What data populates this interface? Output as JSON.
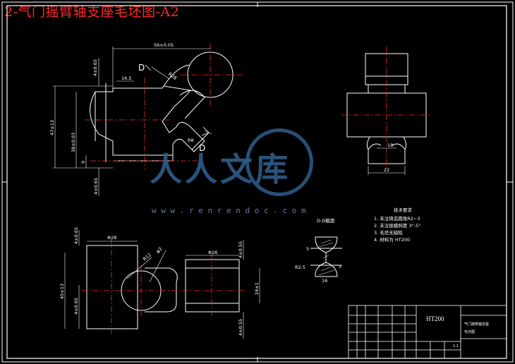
{
  "title": "2-气门摇臂轴支座毛坯图-A2",
  "views": {
    "view_d_label_1": "D",
    "view_d_label_2": "D",
    "section_label": "D-D截面"
  },
  "dimensions": {
    "top_width": "56±0.05",
    "left_height_top": "4±0.65",
    "step_16_5": "16.5",
    "radius_r28": "R28",
    "height_47": "47±13",
    "height_38": "38±0.03",
    "small_9": "9",
    "bottom_offset": "4±0.65",
    "r_small": "R8",
    "right_width_18": "18",
    "right_width_22": "22",
    "plan_d28": "Φ28",
    "plan_top_dim": "4±0.65",
    "plan_height": "45±13",
    "plan_inner": "4±0.05",
    "plan_r12": "R12",
    "plan_d2": "Φ2",
    "plan_d26": "Φ26",
    "plan_right_top": "4±0.55",
    "plan_right_mid": "24±1",
    "plan_right_bot": "4±0.55",
    "sec_5a": "5",
    "sec_5b": "5",
    "sec_r25": "R2.5",
    "sec_d": "16"
  },
  "notes": {
    "heading": "技术要求",
    "items": [
      "1. 未注铸造圆角R2~3",
      "2. 未注拔模斜度 3°-5°",
      "3. 毛坯无缺陷",
      "4. 材料为 HT200"
    ]
  },
  "title_block": {
    "material": "HT200",
    "part_name_1": "气门摇臂轴支座",
    "part_name_2": "毛坯图",
    "scale": "1:1"
  },
  "watermark": {
    "main": "人人文库",
    "url": "w w w . r e n r e n d o c . c o m"
  },
  "colors": {
    "background": "#000000",
    "line": "#ffffff",
    "center_line": "#ff2a2a",
    "title": "#ff2a2a",
    "watermark": "#2f5d8a"
  }
}
